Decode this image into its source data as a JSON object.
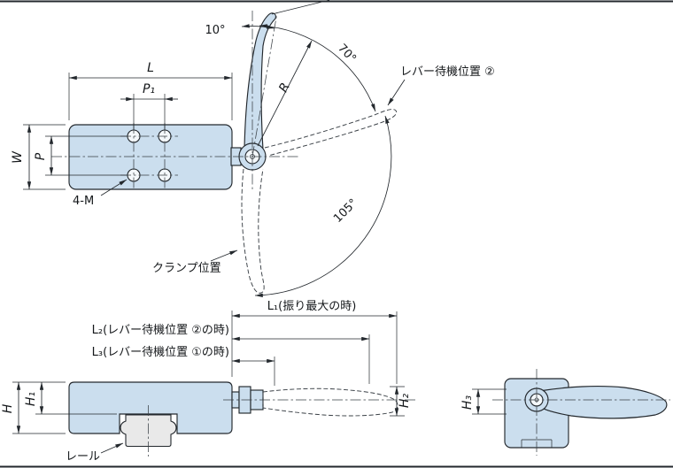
{
  "drawing": {
    "background": "#ffffff",
    "line_color": "#23282d",
    "part_fill": "#cbdeee",
    "rail_fill": "#e9e9e9"
  },
  "top_view": {
    "dim_L": "L",
    "dim_P1": "P₁",
    "dim_W": "W",
    "dim_P": "P",
    "thread_label": "4-M",
    "angle_lever": "10°",
    "angle_standby": "70°",
    "angle_clamp": "105°",
    "radius_label": "R",
    "standby_position_label": "レバー待機位置 ②",
    "clamp_position_label": "クランプ位置"
  },
  "side_view": {
    "dim_L1": "L₁(振り最大の時)",
    "dim_L2": "L₂(レバー待機位置 ②の時)",
    "dim_L3": "L₃(レバー待機位置 ①の時)",
    "dim_H": "H",
    "dim_H1": "H₁",
    "dim_H2": "H₂",
    "rail_label": "レール"
  },
  "end_view": {
    "dim_H3": "H₃"
  }
}
